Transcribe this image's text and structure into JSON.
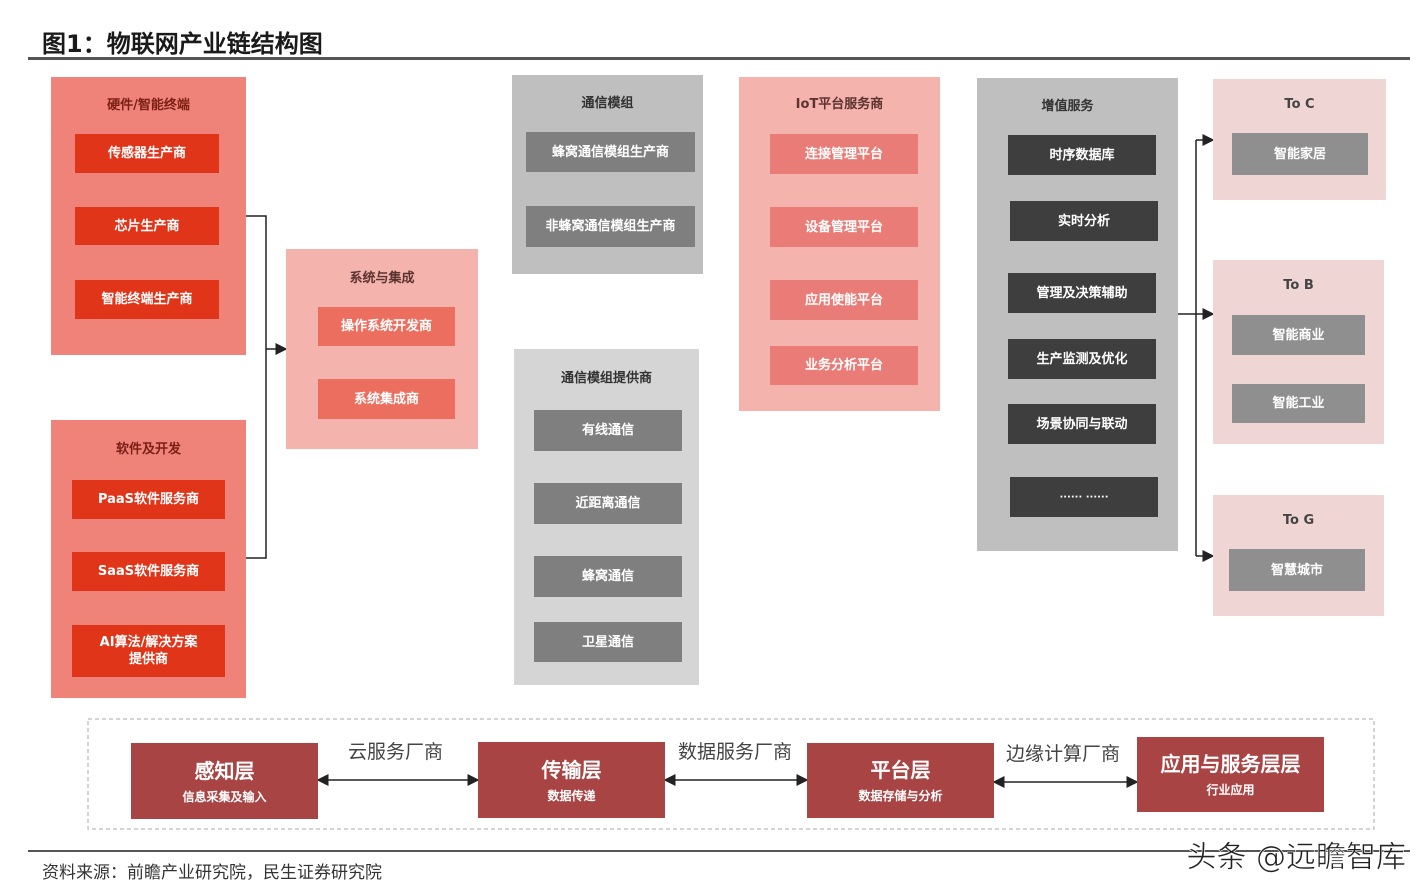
{
  "title": "图1：物联网产业链结构图",
  "colors": {
    "accent_red": "#e1351a",
    "panel_red": "#ef837a",
    "panel_pink": "#f4b3ad",
    "panel_lightpink": "#efd5d3",
    "box_salmon": "#ec6e5e",
    "box_pinkred": "#ea7c77",
    "panel_gray": "#bfbfbf",
    "panel_lightgray": "#d5d5d5",
    "box_gray": "#7f7f7f",
    "box_dark": "#3e3e3e",
    "layer_red": "#a94444"
  },
  "hardware": {
    "title": "硬件/智能终端",
    "items": [
      "传感器生产商",
      "芯片生产商",
      "智能终端生产商"
    ]
  },
  "software": {
    "title": "软件及开发",
    "items": [
      "PaaS软件服务商",
      "SaaS软件服务商",
      "AI算法/解决方案\n提供商"
    ]
  },
  "integration": {
    "title": "系统与集成",
    "items": [
      "操作系统开发商",
      "系统集成商"
    ]
  },
  "comm_module": {
    "title": "通信模组",
    "items": [
      "蜂窝通信模组生产商",
      "非蜂窝通信模组生产商"
    ]
  },
  "comm_provider": {
    "title": "通信模组提供商",
    "items": [
      "有线通信",
      "近距离通信",
      "蜂窝通信",
      "卫星通信"
    ]
  },
  "iot_platform": {
    "title": "IoT平台服务商",
    "items": [
      "连接管理平台",
      "设备管理平台",
      "应用使能平台",
      "业务分析平台"
    ]
  },
  "value_added": {
    "title": "增值服务",
    "items": [
      "时序数据库",
      "实时分析",
      "管理及决策辅助",
      "生产监测及优化",
      "场景协同与联动",
      "······ ······"
    ]
  },
  "to_c": {
    "title": "To C",
    "items": [
      "智能家居"
    ]
  },
  "to_b": {
    "title": "To B",
    "items": [
      "智能商业",
      "智能工业"
    ]
  },
  "to_g": {
    "title": "To G",
    "items": [
      "智慧城市"
    ]
  },
  "layers": [
    {
      "name": "感知层",
      "sub": "信息采集及输入"
    },
    {
      "name": "传输层",
      "sub": "数据传递"
    },
    {
      "name": "平台层",
      "sub": "数据存储与分析"
    },
    {
      "name": "应用与服务层层",
      "sub": "行业应用"
    }
  ],
  "vendors": [
    "云服务厂商",
    "数据服务厂商",
    "边缘计算厂商"
  ],
  "source": "资料来源：前瞻产业研究院，民生证券研究院",
  "watermark": "头条 @远瞻智库"
}
